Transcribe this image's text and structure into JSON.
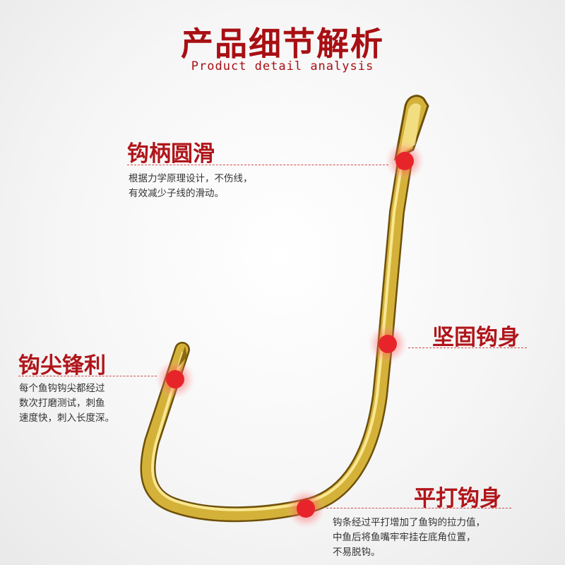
{
  "header": {
    "title": "产品细节解析",
    "subtitle": "Product detail analysis"
  },
  "features": {
    "shank": {
      "title": "钩柄圆滑",
      "lines": [
        "根据力学原理设计，不伤线，",
        "有效减少子线的滑动。"
      ]
    },
    "body": {
      "title": "坚固钩身"
    },
    "tip": {
      "title": "钩尖锋利",
      "lines": [
        "每个鱼钩钩尖都经过",
        "数次打磨测试，刺鱼",
        "速度快，刺入长度深。"
      ]
    },
    "flat": {
      "title": "平打钩身",
      "lines": [
        "钩条经过平打增加了鱼钩的拉力值，",
        "中鱼后将鱼嘴牢牢挂在底角位置，",
        "不易脱钩。"
      ]
    }
  },
  "colors": {
    "accent": "#b0151a",
    "hook_gold": "#d4b23a",
    "marker_red": "#e8242b"
  }
}
